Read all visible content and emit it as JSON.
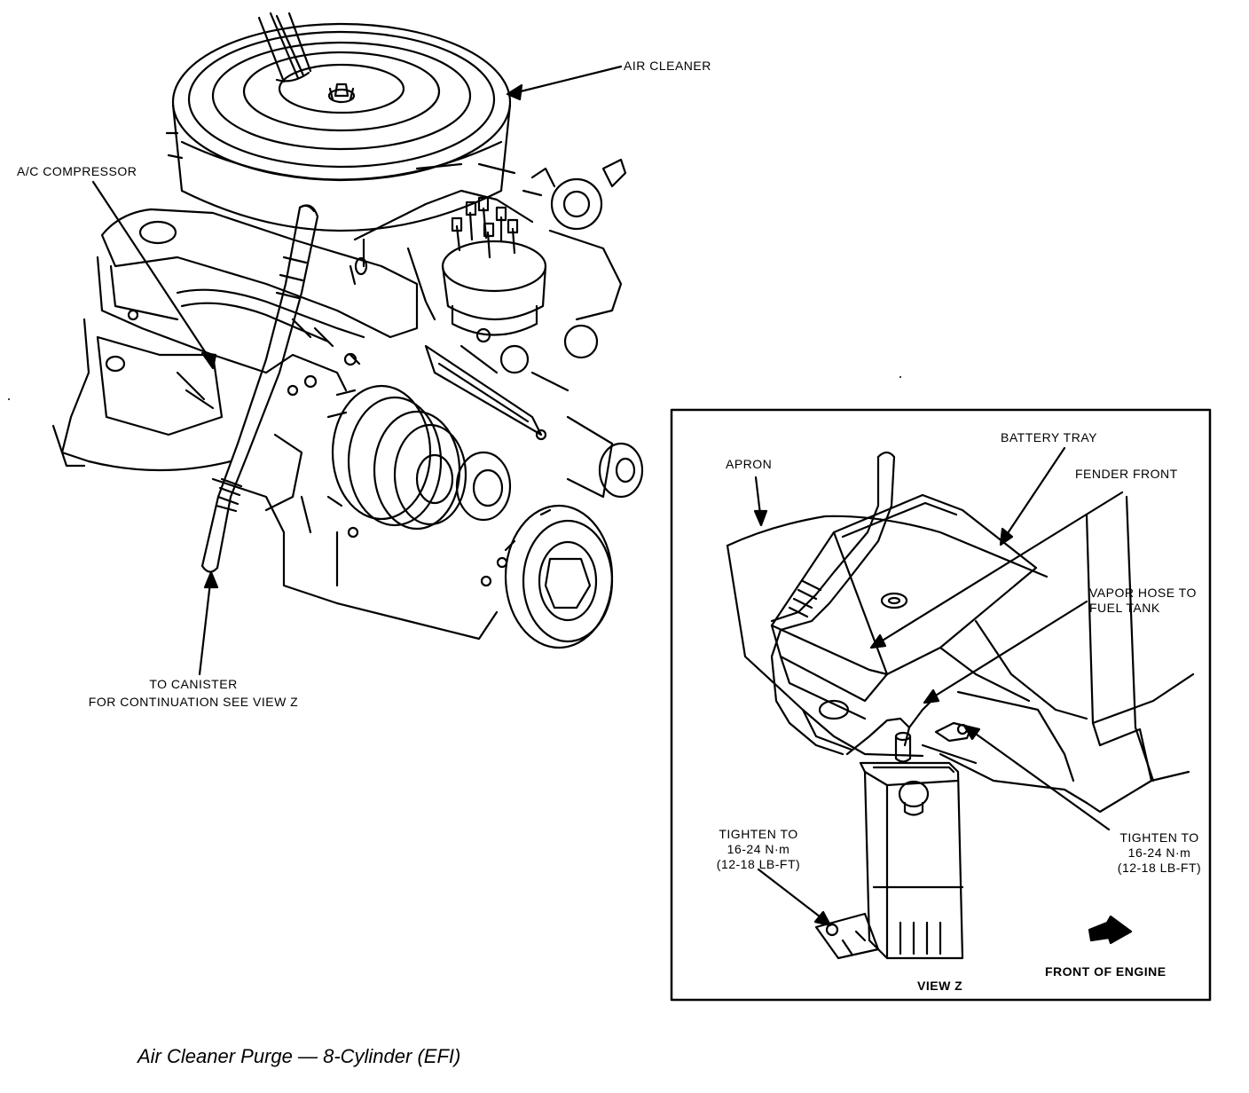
{
  "labels": {
    "air_cleaner": "AIR CLEANER",
    "ac_compressor": "A/C COMPRESSOR",
    "to_canister_line1": "TO CANISTER",
    "to_canister_line2": "FOR CONTINUATION SEE VIEW Z",
    "battery_tray": "BATTERY TRAY",
    "apron": "APRON",
    "fender_front": "FENDER FRONT",
    "vapor_hose_line1": "VAPOR HOSE TO",
    "vapor_hose_line2": "FUEL TANK",
    "tighten_left_line1": "TIGHTEN TO",
    "tighten_left_line2": "16-24 N·m",
    "tighten_left_line3": "(12-18 LB-FT)",
    "tighten_right_line1": "TIGHTEN TO",
    "tighten_right_line2": "16-24 N·m",
    "tighten_right_line3": "(12-18 LB-FT)",
    "front_of_engine": "FRONT OF ENGINE",
    "view_z": "VIEW Z"
  },
  "caption": "Air Cleaner Purge — 8-Cylinder (EFI)"
}
